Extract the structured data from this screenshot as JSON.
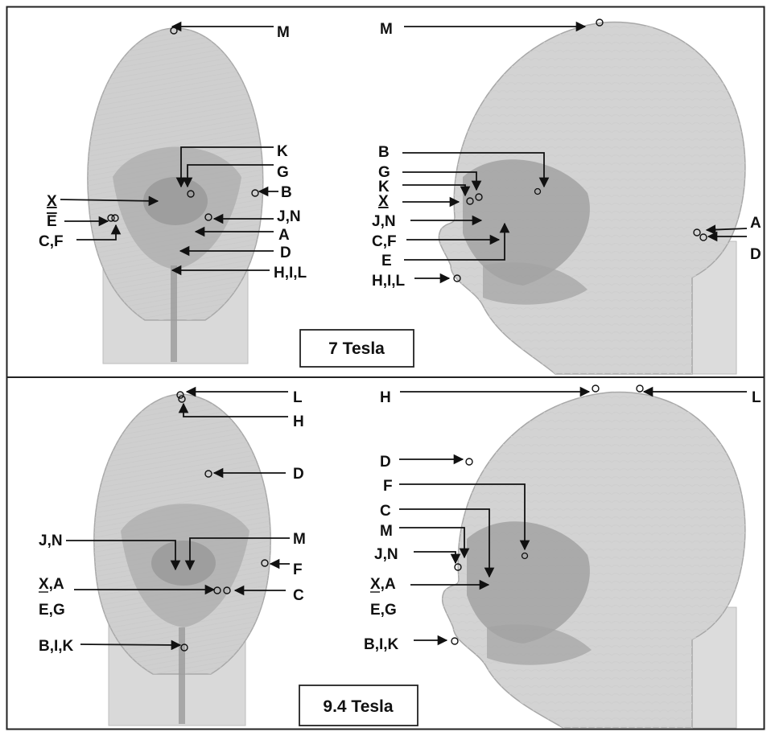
{
  "panels": [
    {
      "field_label": "7 Tesla",
      "front_labels": [
        "M",
        "K",
        "G",
        "B",
        "X",
        "E",
        "J,N",
        "C,F",
        "A",
        "D",
        "H,I,L"
      ],
      "side_labels": [
        "M",
        "B",
        "G",
        "K",
        "X",
        "J,N",
        "C,F",
        "E",
        "H,I,L",
        "A",
        "D"
      ]
    },
    {
      "field_label": "9.4 Tesla",
      "front_labels": [
        "L",
        "H",
        "D",
        "J,N",
        "M",
        "F",
        "X,A",
        "E,G",
        "C",
        "B,I,K"
      ],
      "side_labels": [
        "H",
        "L",
        "D",
        "F",
        "C",
        "M",
        "J,N",
        "X,A",
        "E,G",
        "B,I,K"
      ]
    }
  ]
}
